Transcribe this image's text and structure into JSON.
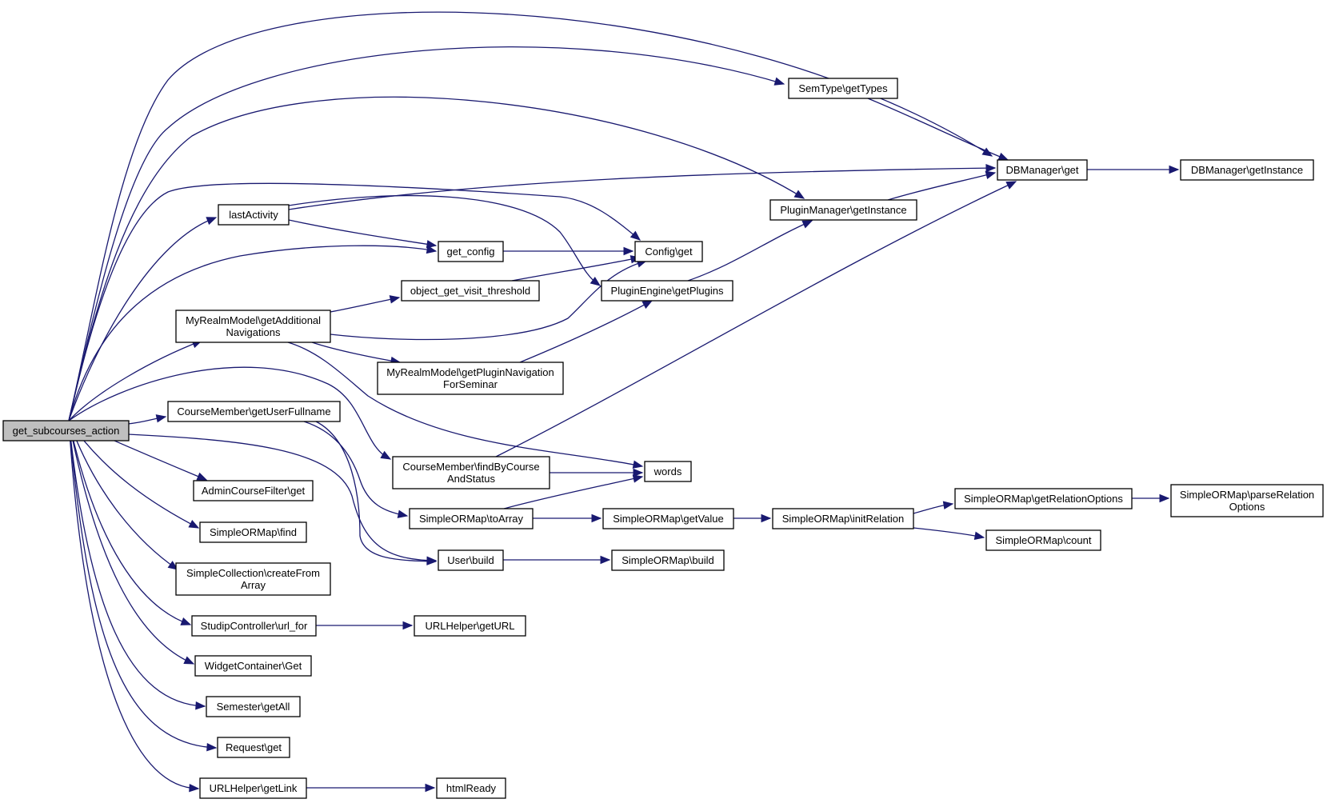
{
  "nodes": [
    {
      "id": "root",
      "lines": [
        "get_subcourses_action"
      ],
      "root": true
    },
    {
      "id": "semtype",
      "lines": [
        "SemType\\getTypes"
      ]
    },
    {
      "id": "dbget",
      "lines": [
        "DBManager\\get"
      ]
    },
    {
      "id": "dbinst",
      "lines": [
        "DBManager\\getInstance"
      ]
    },
    {
      "id": "pminst",
      "lines": [
        "PluginManager\\getInstance"
      ]
    },
    {
      "id": "lastact",
      "lines": [
        "lastActivity"
      ]
    },
    {
      "id": "getconfig",
      "lines": [
        "get_config"
      ]
    },
    {
      "id": "configget",
      "lines": [
        "Config\\get"
      ]
    },
    {
      "id": "objvisit",
      "lines": [
        "object_get_visit_threshold"
      ]
    },
    {
      "id": "peplugins",
      "lines": [
        "PluginEngine\\getPlugins"
      ]
    },
    {
      "id": "myrealmnav",
      "lines": [
        "MyRealmModel\\getAdditional",
        "Navigations"
      ]
    },
    {
      "id": "myrealmplugin",
      "lines": [
        "MyRealmModel\\getPluginNavigation",
        "ForSeminar"
      ]
    },
    {
      "id": "cmfullname",
      "lines": [
        "CourseMember\\getUserFullname"
      ]
    },
    {
      "id": "cmfind",
      "lines": [
        "CourseMember\\findByCourse",
        "AndStatus"
      ]
    },
    {
      "id": "words",
      "lines": [
        "words"
      ]
    },
    {
      "id": "toarray",
      "lines": [
        "SimpleORMap\\toArray"
      ]
    },
    {
      "id": "getvalue",
      "lines": [
        "SimpleORMap\\getValue"
      ]
    },
    {
      "id": "initrel",
      "lines": [
        "SimpleORMap\\initRelation"
      ]
    },
    {
      "id": "relopts",
      "lines": [
        "SimpleORMap\\getRelationOptions"
      ]
    },
    {
      "id": "parserel",
      "lines": [
        "SimpleORMap\\parseRelation",
        "Options"
      ]
    },
    {
      "id": "count",
      "lines": [
        "SimpleORMap\\count"
      ]
    },
    {
      "id": "userbuild",
      "lines": [
        "User\\build"
      ]
    },
    {
      "id": "sombuild",
      "lines": [
        "SimpleORMap\\build"
      ]
    },
    {
      "id": "adminfilter",
      "lines": [
        "AdminCourseFilter\\get"
      ]
    },
    {
      "id": "somfind",
      "lines": [
        "SimpleORMap\\find"
      ]
    },
    {
      "id": "collection",
      "lines": [
        "SimpleCollection\\createFrom",
        "Array"
      ]
    },
    {
      "id": "urlfor",
      "lines": [
        "StudipController\\url_for"
      ]
    },
    {
      "id": "geturl",
      "lines": [
        "URLHelper\\getURL"
      ]
    },
    {
      "id": "widget",
      "lines": [
        "WidgetContainer\\Get"
      ]
    },
    {
      "id": "semester",
      "lines": [
        "Semester\\getAll"
      ]
    },
    {
      "id": "request",
      "lines": [
        "Request\\get"
      ]
    },
    {
      "id": "getlink",
      "lines": [
        "URLHelper\\getLink"
      ]
    },
    {
      "id": "htmlready",
      "lines": [
        "htmlReady"
      ]
    }
  ],
  "edges": [
    [
      "root",
      "dbget"
    ],
    [
      "root",
      "semtype"
    ],
    [
      "root",
      "pminst"
    ],
    [
      "root",
      "configget"
    ],
    [
      "root",
      "lastact"
    ],
    [
      "root",
      "getconfig"
    ],
    [
      "root",
      "myrealmnav"
    ],
    [
      "root",
      "cmfullname"
    ],
    [
      "root",
      "cmfind"
    ],
    [
      "root",
      "userbuild"
    ],
    [
      "root",
      "adminfilter"
    ],
    [
      "root",
      "somfind"
    ],
    [
      "root",
      "collection"
    ],
    [
      "root",
      "urlfor"
    ],
    [
      "root",
      "widget"
    ],
    [
      "root",
      "semester"
    ],
    [
      "root",
      "request"
    ],
    [
      "root",
      "getlink"
    ],
    [
      "semtype",
      "dbget"
    ],
    [
      "dbget",
      "dbinst"
    ],
    [
      "pminst",
      "dbget"
    ],
    [
      "lastact",
      "dbget"
    ],
    [
      "lastact",
      "getconfig"
    ],
    [
      "lastact",
      "peplugins"
    ],
    [
      "getconfig",
      "configget"
    ],
    [
      "objvisit",
      "configget"
    ],
    [
      "peplugins",
      "pminst"
    ],
    [
      "myrealmnav",
      "objvisit"
    ],
    [
      "myrealmnav",
      "configget"
    ],
    [
      "myrealmnav",
      "myrealmplugin"
    ],
    [
      "myrealmnav",
      "words"
    ],
    [
      "myrealmplugin",
      "peplugins"
    ],
    [
      "cmfullname",
      "toarray"
    ],
    [
      "cmfullname",
      "userbuild"
    ],
    [
      "cmfind",
      "dbget"
    ],
    [
      "cmfind",
      "words"
    ],
    [
      "toarray",
      "words"
    ],
    [
      "toarray",
      "getvalue"
    ],
    [
      "getvalue",
      "initrel"
    ],
    [
      "initrel",
      "relopts"
    ],
    [
      "initrel",
      "count"
    ],
    [
      "relopts",
      "parserel"
    ],
    [
      "userbuild",
      "sombuild"
    ],
    [
      "urlfor",
      "geturl"
    ],
    [
      "getlink",
      "htmlready"
    ]
  ]
}
